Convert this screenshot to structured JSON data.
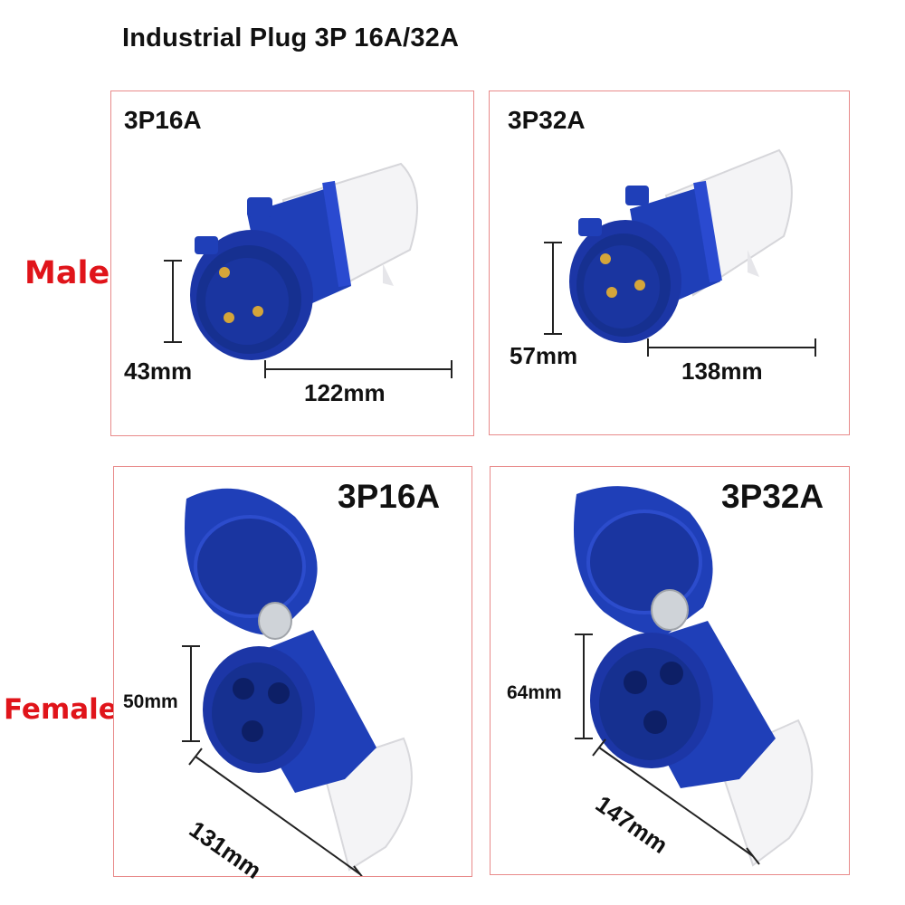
{
  "title": "Industrial Plug 3P 16A/32A",
  "row_labels": {
    "male": "Male",
    "female": "Female"
  },
  "panels": [
    {
      "caption": "3P16A",
      "dim_height": "43mm",
      "dim_length": "122mm"
    },
    {
      "caption": "3P32A",
      "dim_height": "57mm",
      "dim_length": "138mm"
    },
    {
      "caption": "3P16A",
      "dim_height": "50mm",
      "dim_length": "131mm"
    },
    {
      "caption": "3P32A",
      "dim_height": "64mm",
      "dim_length": "147mm"
    }
  ],
  "colors": {
    "plug_blue": "#1f3fb8",
    "label_red": "#e0141a",
    "panel_border": "#e88a8a",
    "pin_brass": "#d4a53a"
  }
}
